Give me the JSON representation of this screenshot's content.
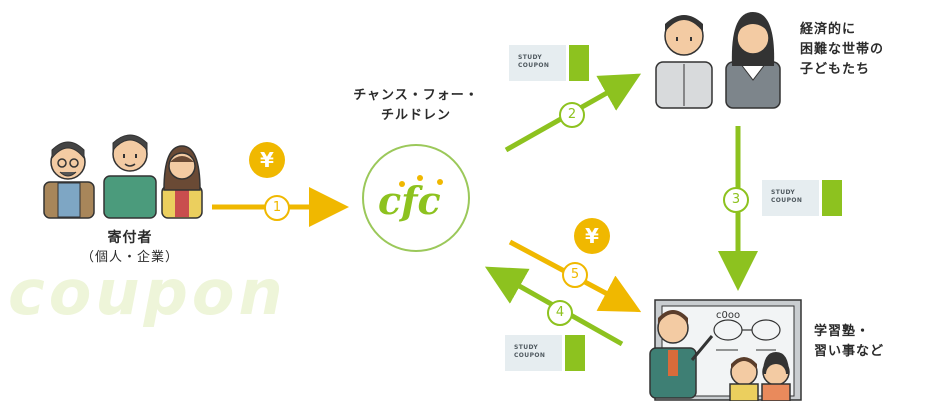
{
  "watermark": "coupon",
  "yen_symbol": "¥",
  "coupon": {
    "line1": "STUDY",
    "line2": "COUPON"
  },
  "steps": {
    "s1": "1",
    "s2": "2",
    "s3": "3",
    "s4": "4",
    "s5": "5"
  },
  "labels": {
    "donor_title": "寄付者",
    "donor_sub": "（個人・企業）",
    "org_line1": "チャンス・フォー・",
    "org_line2": "チルドレン",
    "kids_line1": "経済的に",
    "kids_line2": "困難な世帯の",
    "kids_line3": "子どもたち",
    "school_line1": "学習塾・",
    "school_line2": "習い事など"
  },
  "logo_text": "cfc",
  "colors": {
    "money": "#f0b800",
    "coupon": "#8dc21f",
    "circle": "#9bc85a",
    "watermark": "#eef5d9"
  }
}
